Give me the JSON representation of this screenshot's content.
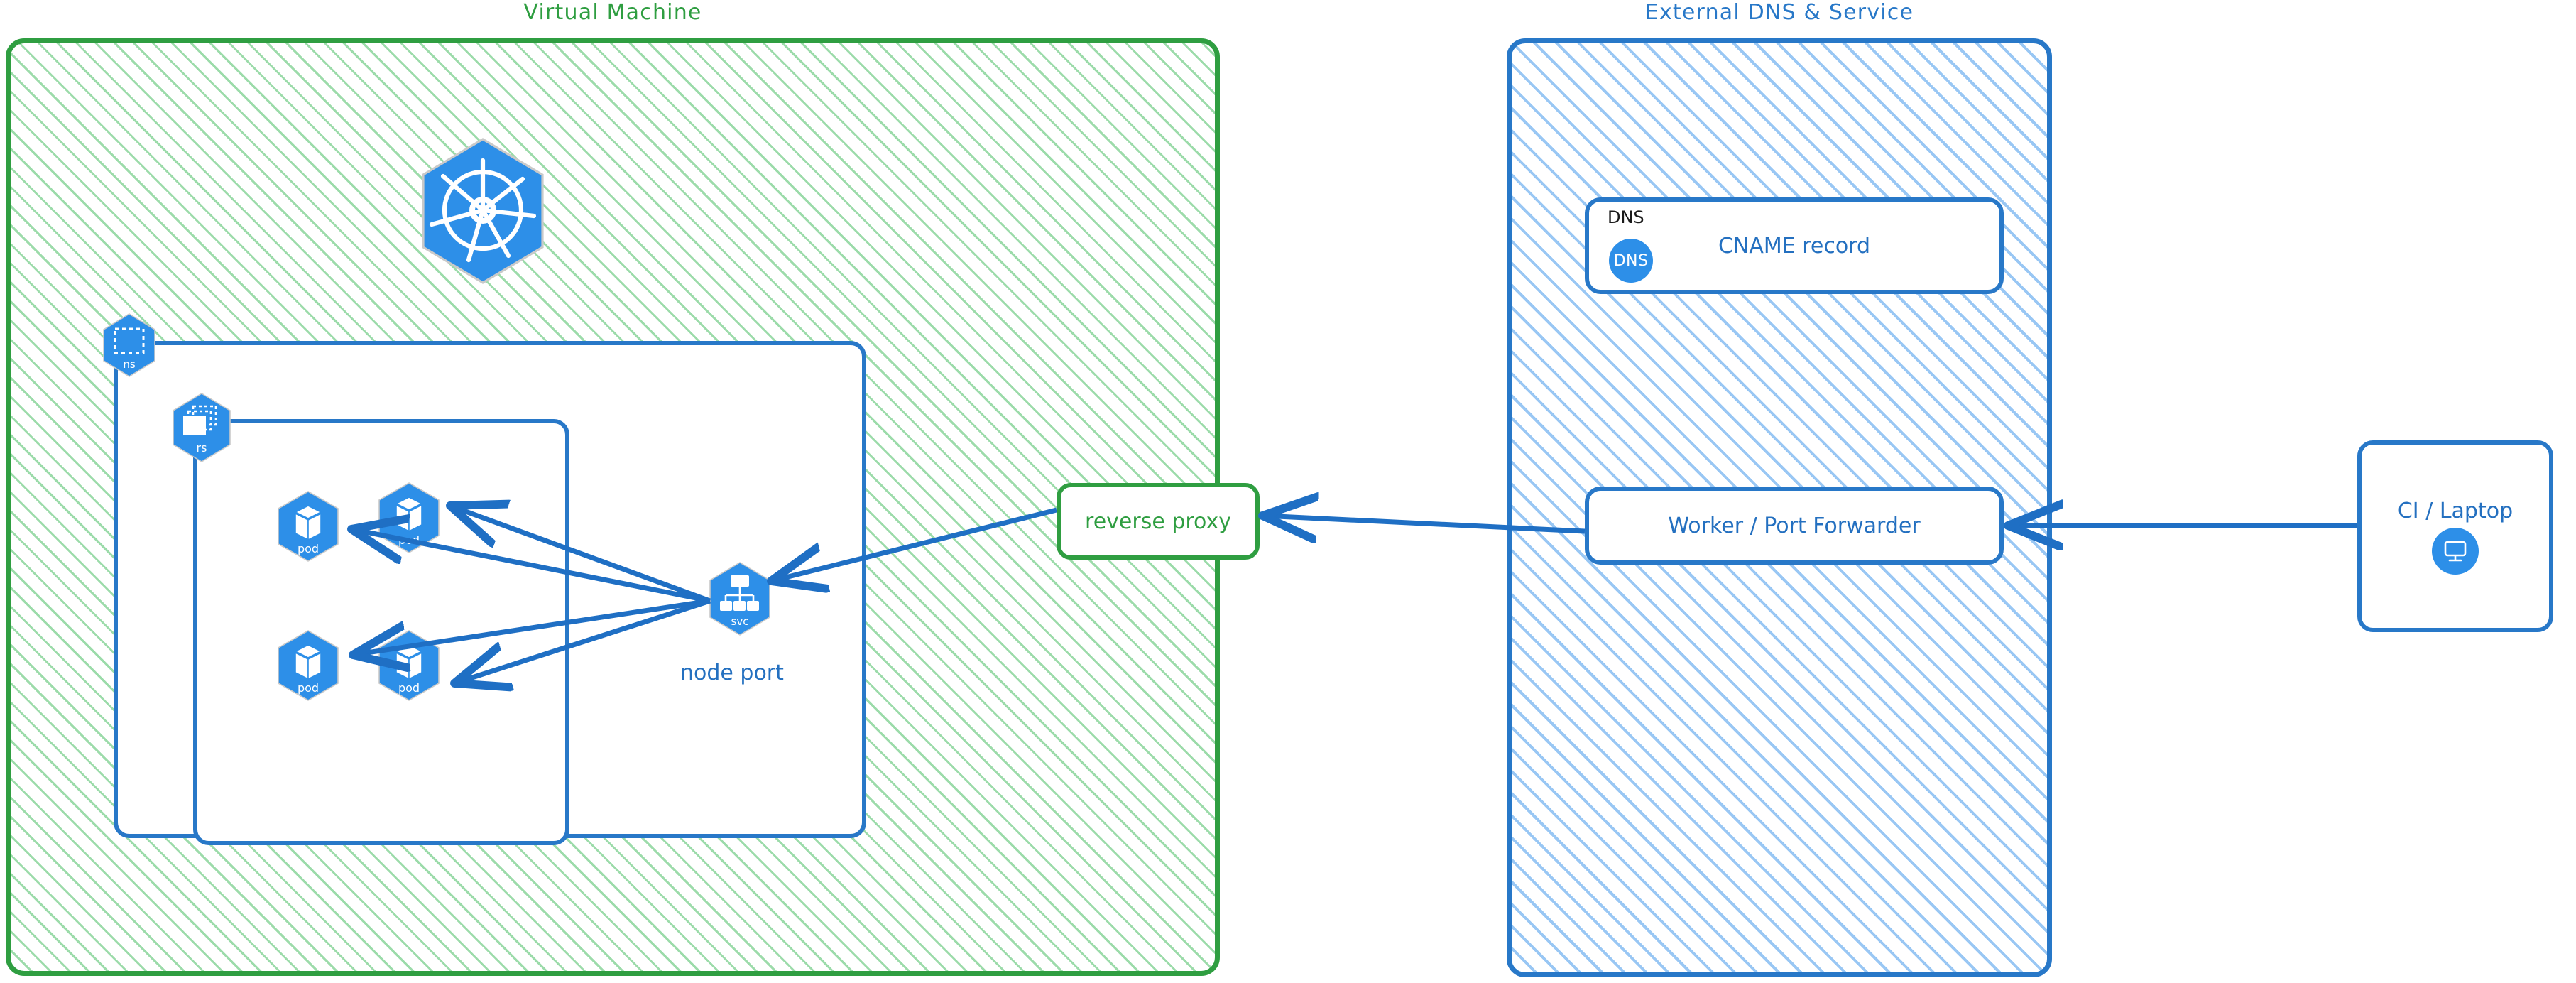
{
  "zones": {
    "vm": {
      "title": "Virtual Machine",
      "color": "#2f9e41"
    },
    "ext": {
      "title": "External DNS & Service",
      "color": "#2878c8"
    }
  },
  "vm": {
    "k8s_logo": {
      "icon": "kubernetes-wheel-icon"
    },
    "namespace_badge": {
      "icon": "namespace-icon",
      "label": "ns"
    },
    "replicaset_badge": {
      "icon": "replicaset-icon",
      "label": "rs"
    },
    "pods": [
      {
        "icon": "pod-icon",
        "label": "pod"
      },
      {
        "icon": "pod-icon",
        "label": "pod"
      },
      {
        "icon": "pod-icon",
        "label": "pod"
      },
      {
        "icon": "pod-icon",
        "label": "pod"
      }
    ],
    "service": {
      "icon": "service-icon",
      "label": "svc",
      "caption": "node port"
    },
    "reverse_proxy": {
      "label": "reverse proxy",
      "color": "#2f9e41"
    }
  },
  "external": {
    "dns_box": {
      "caption": "DNS",
      "badge_label": "DNS",
      "record_label": "CNAME record",
      "badge_icon": "dns-circle-icon"
    },
    "worker_box": {
      "label": "Worker / Port Forwarder"
    },
    "ci_box": {
      "label": "CI / Laptop",
      "icon": "desktop-monitor-icon"
    }
  },
  "colors": {
    "k8s_blue": "#2d8fe8",
    "arrow_blue": "#1f6fc4",
    "green": "#2f9e41",
    "blue_border": "#2878c8"
  }
}
